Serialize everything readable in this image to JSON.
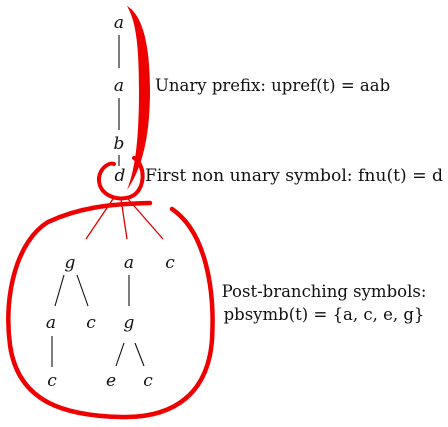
{
  "tree": {
    "nodes": [
      {
        "id": "n1",
        "label": "a"
      },
      {
        "id": "n2",
        "label": "a"
      },
      {
        "id": "n3",
        "label": "b"
      },
      {
        "id": "n4",
        "label": "d"
      },
      {
        "id": "n5",
        "label": "g"
      },
      {
        "id": "n6",
        "label": "a"
      },
      {
        "id": "n7",
        "label": "c"
      },
      {
        "id": "n8",
        "label": "a"
      },
      {
        "id": "n9",
        "label": "c"
      },
      {
        "id": "n10",
        "label": "g"
      },
      {
        "id": "n11",
        "label": "c"
      },
      {
        "id": "n12",
        "label": "e"
      },
      {
        "id": "n13",
        "label": "c"
      }
    ]
  },
  "annotations": {
    "unary_prefix": "Unary prefix:  upref(t) = aab",
    "first_non_unary": "First non unary symbol:  fnu(t) = d",
    "post_branching_line1": "Post-branching symbols:",
    "post_branching_line2": "pbsymb(t) = {a, c, e, g}"
  },
  "colors": {
    "highlight": "#ee0000",
    "ink": "#111111"
  }
}
